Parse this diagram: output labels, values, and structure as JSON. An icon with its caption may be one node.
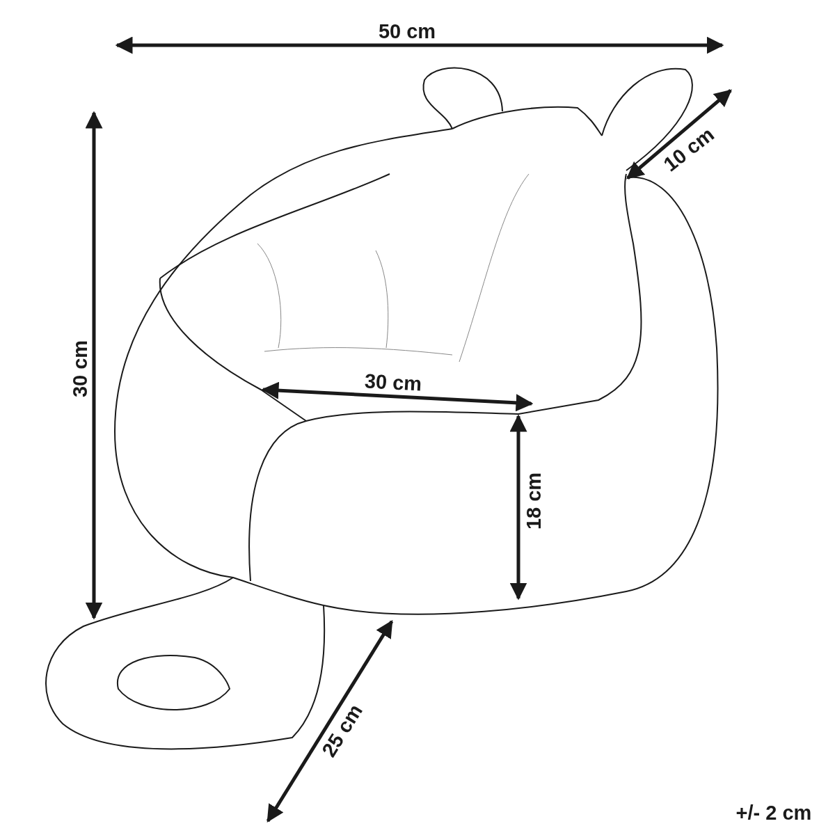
{
  "diagram": {
    "labels": [
      "50 cm",
      "10 cm",
      "30 cm",
      "30 cm",
      "18 cm",
      "25 cm",
      "+/- 2 cm"
    ]
  }
}
